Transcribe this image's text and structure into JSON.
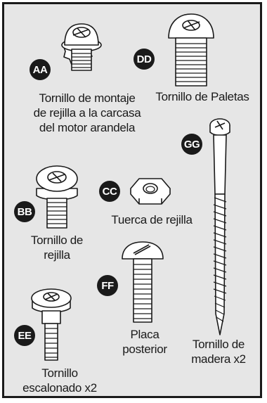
{
  "colors": {
    "panel": "#e6e6e6",
    "ink": "#1a1a1a",
    "part": "#ffffff"
  },
  "parts": [
    {
      "id": "AA",
      "label_lines": [
        "Tornillo de montaje",
        "de rejilla a la carcasa",
        "del motor arandela"
      ]
    },
    {
      "id": "DD",
      "label_lines": [
        "Tornillo de Paletas"
      ]
    },
    {
      "id": "GG",
      "label_lines": [
        "Tornillo de",
        "madera x2"
      ]
    },
    {
      "id": "BB",
      "label_lines": [
        "Tornillo de",
        "rejilla"
      ]
    },
    {
      "id": "CC",
      "label_lines": [
        "Tuerca de rejilla"
      ]
    },
    {
      "id": "FF",
      "label_lines": [
        "Placa",
        "posterior"
      ]
    },
    {
      "id": "EE",
      "label_lines": [
        "Tornillo",
        "escalonado x2"
      ]
    }
  ]
}
